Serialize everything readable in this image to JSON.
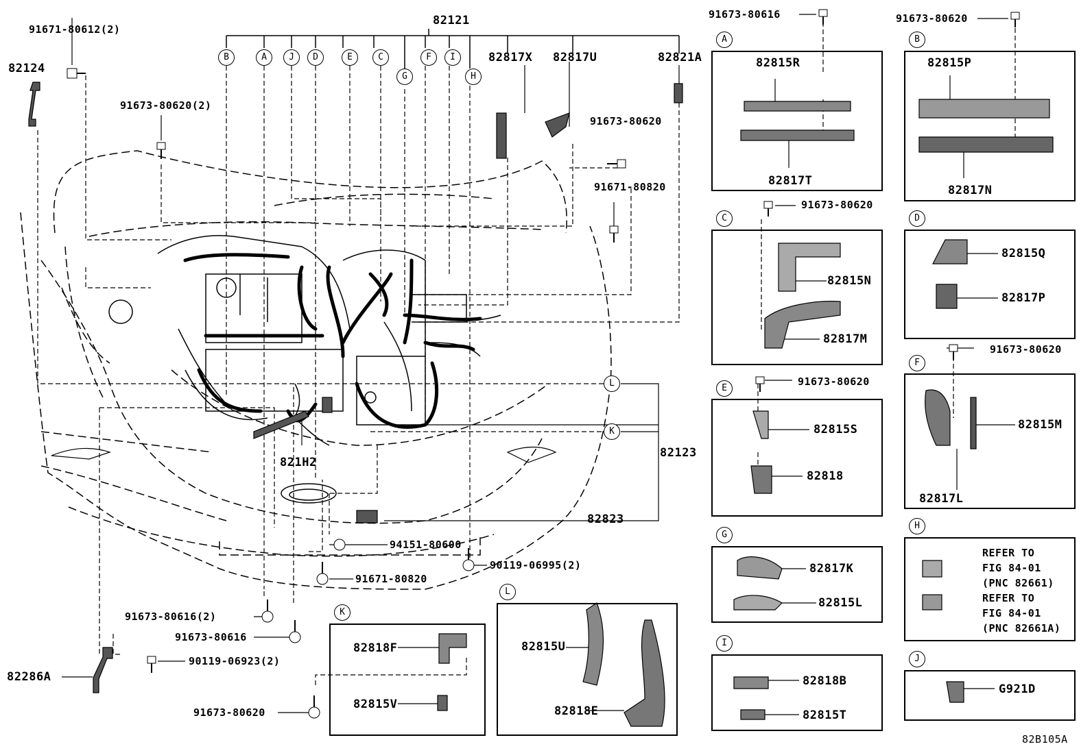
{
  "diagram_code": "82B105A",
  "main": {
    "p82121": "82121",
    "p82124": "82124",
    "p82123": "82123",
    "p82823": "82823",
    "p821H2": "821H2",
    "p82286A": "82286A",
    "p82817X": "82817X",
    "p82817U": "82817U",
    "p82821A": "82821A",
    "b91671_80612": "91671-80612(2)",
    "b91673_80620_2": "91673-80620(2)",
    "b91673_80620_a": "91673-80620",
    "b91671_80820_a": "91671-80820",
    "b94151_80600": "94151-80600",
    "b91671_80820_b": "91671-80820",
    "b90119_06995": "90119-06995(2)",
    "b91673_80616_2": "91673-80616(2)",
    "b91673_80616": "91673-80616",
    "b90119_06923": "90119-06923(2)",
    "b91673_80620_b": "91673-80620",
    "circ_B": "B",
    "circ_A": "A",
    "circ_J": "J",
    "circ_D": "D",
    "circ_E": "E",
    "circ_C": "C",
    "circ_G": "G",
    "circ_F": "F",
    "circ_I": "I",
    "circ_H": "H",
    "circ_L": "L",
    "circ_K": "K"
  },
  "inset_A": {
    "tag": "A",
    "bolt": "91673-80616",
    "p1": "82815R",
    "p2": "82817T"
  },
  "inset_B": {
    "tag": "B",
    "bolt": "91673-80620",
    "p1": "82815P",
    "p2": "82817N"
  },
  "inset_C": {
    "tag": "C",
    "bolt": "91673-80620",
    "p1": "82815N",
    "p2": "82817M"
  },
  "inset_D": {
    "tag": "D",
    "p1": "82815Q",
    "p2": "82817P"
  },
  "inset_E": {
    "tag": "E",
    "bolt": "91673-80620",
    "p1": "82815S",
    "p2": "82818"
  },
  "inset_F": {
    "tag": "F",
    "bolt": "91673-80620",
    "p1": "82815M",
    "p2": "82817L"
  },
  "inset_G": {
    "tag": "G",
    "p1": "82817K",
    "p2": "82815L"
  },
  "inset_H": {
    "tag": "H",
    "r1a": "REFER TO",
    "r1b": "FIG 84-01",
    "r1c": "(PNC 82661)",
    "r2a": "REFER TO",
    "r2b": "FIG 84-01",
    "r2c": "(PNC 82661A)"
  },
  "inset_I": {
    "tag": "I",
    "p1": "82818B",
    "p2": "82815T"
  },
  "inset_J": {
    "tag": "J",
    "p1": "G921D"
  },
  "inset_K": {
    "tag": "K",
    "bolt": "91673-80620",
    "p1": "82818F",
    "p2": "82815V"
  },
  "inset_L": {
    "tag": "L",
    "p1": "82815U",
    "p2": "82818E"
  }
}
